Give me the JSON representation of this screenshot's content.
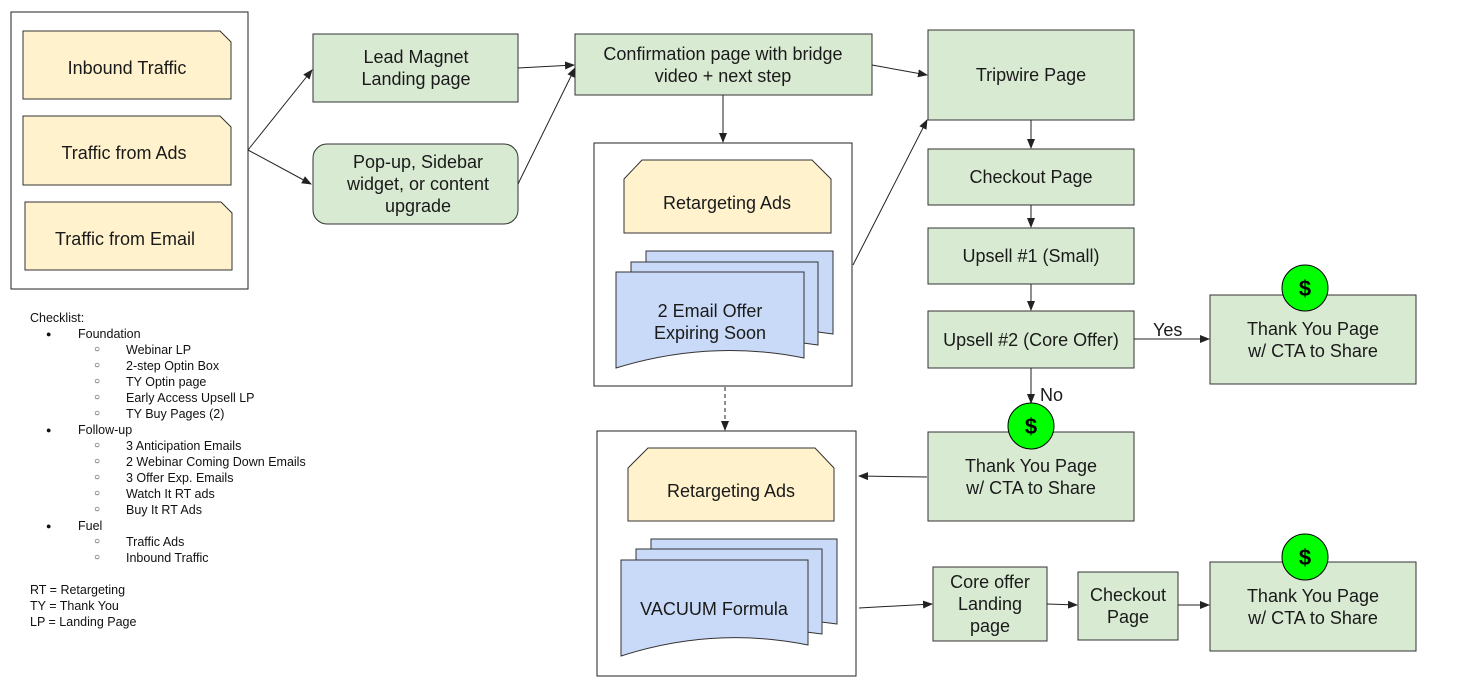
{
  "nodes": {
    "inbound_traffic": [
      "Inbound Traffic"
    ],
    "traffic_ads": [
      "Traffic from Ads"
    ],
    "traffic_email": [
      "Traffic from Email"
    ],
    "lead_magnet": [
      "Lead Magnet",
      "Landing page"
    ],
    "popup": [
      "Pop-up, Sidebar",
      "widget, or content",
      "upgrade"
    ],
    "confirmation": [
      "Confirmation page with bridge",
      "video + next step"
    ],
    "retargeting_ads_1": [
      "Retargeting Ads"
    ],
    "email_offer": [
      "2 Email Offer",
      "Expiring Soon"
    ],
    "tripwire": [
      "Tripwire Page"
    ],
    "checkout_1": [
      "Checkout Page"
    ],
    "upsell_1": [
      "Upsell #1 (Small)"
    ],
    "upsell_2": [
      "Upsell #2 (Core Offer)"
    ],
    "thank_you_yes": [
      "Thank You Page",
      "w/ CTA to Share"
    ],
    "thank_you_no": [
      "Thank You Page",
      "w/ CTA to Share"
    ],
    "retargeting_ads_2": [
      "Retargeting Ads"
    ],
    "vacuum": [
      "VACUUM Formula"
    ],
    "core_offer_lp": [
      "Core offer",
      "Landing",
      "page"
    ],
    "checkout_2": [
      "Checkout",
      "Page"
    ],
    "thank_you_final": [
      "Thank You Page",
      "w/ CTA to Share"
    ]
  },
  "edge_labels": {
    "yes": "Yes",
    "no": "No"
  },
  "dollar_symbol": "$",
  "checklist": {
    "title": "Checklist:",
    "sections": [
      {
        "label": "Foundation",
        "items": [
          "Webinar LP",
          "2-step Optin Box",
          "TY Optin page",
          "Early Access Upsell LP",
          "TY Buy Pages (2)"
        ]
      },
      {
        "label": "Follow-up",
        "items": [
          "3 Anticipation Emails",
          "2 Webinar Coming Down Emails",
          "3 Offer Exp. Emails",
          "Watch It RT ads",
          "Buy It RT Ads"
        ]
      },
      {
        "label": "Fuel",
        "items": [
          "Traffic Ads",
          "Inbound Traffic"
        ]
      }
    ],
    "legend": [
      "RT = Retargeting",
      "TY = Thank You",
      "LP = Landing Page"
    ]
  },
  "colors": {
    "process_fill": "#d9ead3",
    "traffic_fill": "#fff2cc",
    "document_fill": "#c9daf8",
    "dollar_fill": "#00ff00"
  }
}
